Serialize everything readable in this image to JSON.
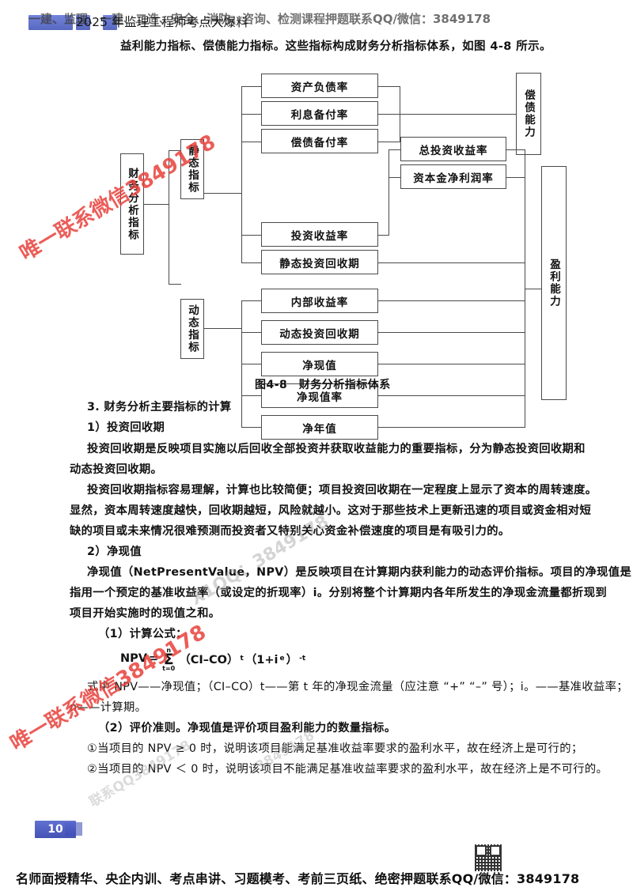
{
  "header": {
    "main_text": "2025 年监理工程师考点大爆料",
    "ghost_text": "一建、监理、一建、二造、安全、消防、咨询、检测课程押题联系QQ/微信：3849178"
  },
  "intro_line": "益利能力指标、偿债能力指标。这些指标构成财务分析指标体系，如图 4-8 所示。",
  "diagram": {
    "root": "财务分析指标",
    "branches": [
      {
        "name": "静态指标",
        "children": [
          "资产负债率",
          "利息备付率",
          "偿债备付率",
          "投资收益率",
          "静态投资回收期"
        ]
      },
      {
        "name": "动态指标",
        "children": [
          "内部收益率",
          "动态投资回收期",
          "净现值",
          "净现值率",
          "净年值"
        ]
      }
    ],
    "sub_items": [
      "总投资收益率",
      "资本金净利润率"
    ],
    "outcomes": [
      "偿债能力",
      "盈利能力"
    ],
    "caption": "图4-8　财务分析指标体系"
  },
  "content": {
    "heading_3": "3. 财务分析主要指标的计算",
    "heading_1": "1）投资回收期",
    "para1_l1": "投资回收期是反映项目实施以后回收全部投资并获取收益能力的重要指标，分为静态投资回收期和",
    "para1_l2": "动态投资回收期。",
    "para2_l1": "投资回收期指标容易理解，计算也比较简便；项目投资回收期在一定程度上显示了资本的周转速度。",
    "para2_l2": "显然，资本周转速度越快，回收期越短，风险就越小。这对于那些技术上更新迅速的项目或资金相对短",
    "para2_l3": "缺的项目或未来情况很难预测而投资者又特别关心资金补偿速度的项目是有吸引力的。",
    "heading_2": "2）净现值",
    "para3_l1": "净现值（NetPresentValue，NPV）是反映项目在计算期内获利能力的动态评价指标。项目的净现值是",
    "para3_l2": "指用一个预定的基准收益率（或设定的折现率）i。分别将整个计算期内各年所发生的净现金流量都折现到",
    "para3_l3": "项目开始实施时的现值之和。",
    "heading_formula": "（1）计算公式：",
    "formula": {
      "lhs": "NPV",
      "equals": "=",
      "sigma_top": "n",
      "sigma_char": "Σ",
      "sigma_bottom": "t=0",
      "term1": "（CI–CO）",
      "term1_sub": "t",
      "term2": "（1+i",
      "term2_sub": "e",
      "term2_close": "）",
      "term2_sup": "-t"
    },
    "legend_l1": "式中 NPV——净现值；（CI–CO）t——第 t 年的净现金流量（应注意 “+” “–” 号）；i。——基准收益率；",
    "legend_l2": "n——计算期。",
    "criteria_head": "（2）评价准则。净现值是评价项目盈利能力的数量指标。",
    "criteria_1": "①当项目的 NPV ≥ 0 时，说明该项目能满足基准收益率要求的盈利水平，故在经济上是可行的；",
    "criteria_2": "②当项目的 NPV ＜ 0 时，说明该项目不能满足基准收益率要求的盈利水平，故在经济上是不可行的。"
  },
  "page_number": "10",
  "footer": {
    "text": "名师面授精华、央企内训、考点串讲、习题模考、考前三页纸、绝密押题联系QQ/微信：3849178"
  },
  "watermarks": {
    "red_1": "唯一联系微信3849178",
    "red_2": "唯一联系微信3849178",
    "gray_1": "X1QQ：3849178",
    "gray_2": "联系QQ3849178",
    "gray_3": "3849178"
  },
  "colors": {
    "accent_blue": "#3545ae",
    "watermark_red": "#e8413c",
    "box_border": "#4a4a4a",
    "text": "#111111"
  }
}
